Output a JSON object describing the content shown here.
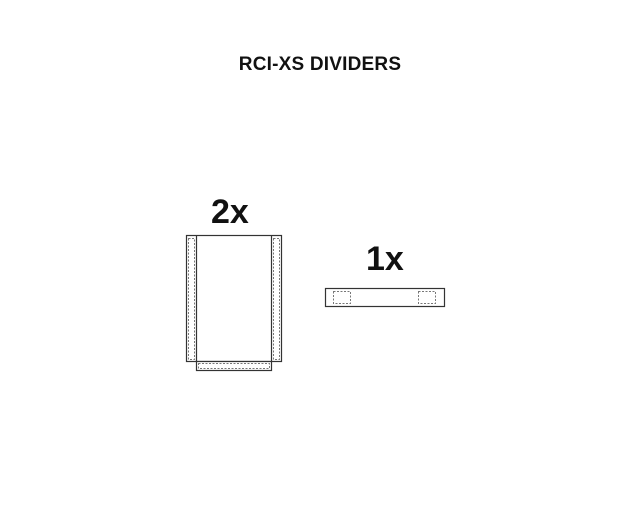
{
  "title": "RCI-XS DIVIDERS",
  "parts": [
    {
      "name": "tall-divider",
      "quantity_label": "2x",
      "quantity": 2
    },
    {
      "name": "short-divider",
      "quantity_label": "1x",
      "quantity": 1
    }
  ],
  "colors": {
    "stroke": "#333333",
    "dash": "#777777",
    "text": "#111111",
    "background": "#ffffff"
  }
}
